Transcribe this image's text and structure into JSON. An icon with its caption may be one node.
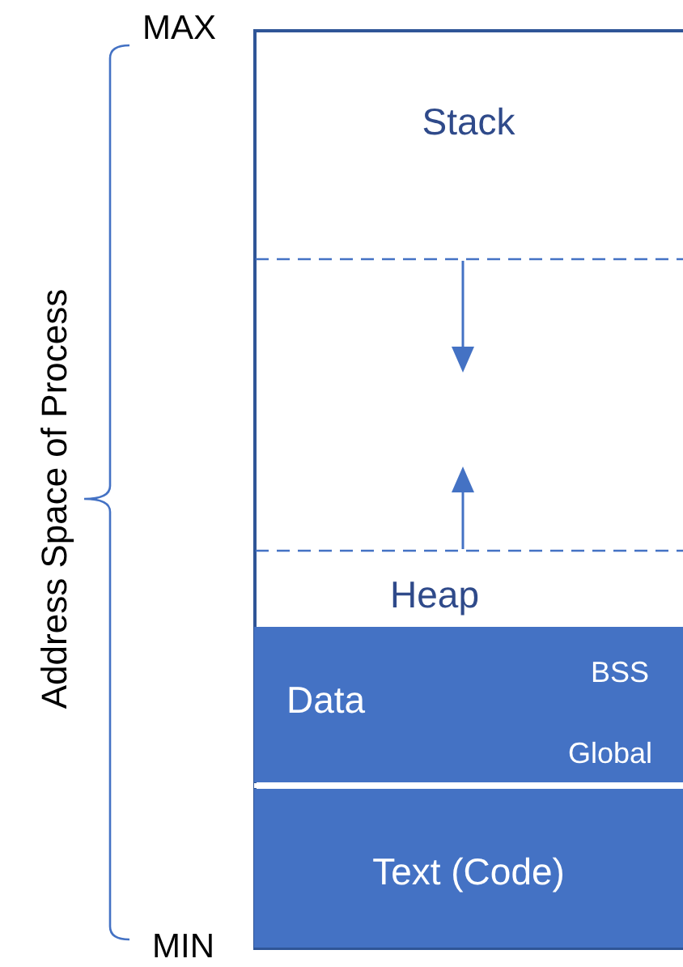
{
  "diagram": {
    "nodes": [
      {
        "text": [
          "Stack"
        ]
      },
      {
        "text": [
          "Heap"
        ]
      },
      {
        "text": [
          "Data",
          "BSS",
          "Global"
        ]
      },
      {
        "text": [
          "Text (Code)"
        ]
      }
    ],
    "labels": [
      "MAX",
      "Address Space of Process",
      "MIN"
    ]
  }
}
